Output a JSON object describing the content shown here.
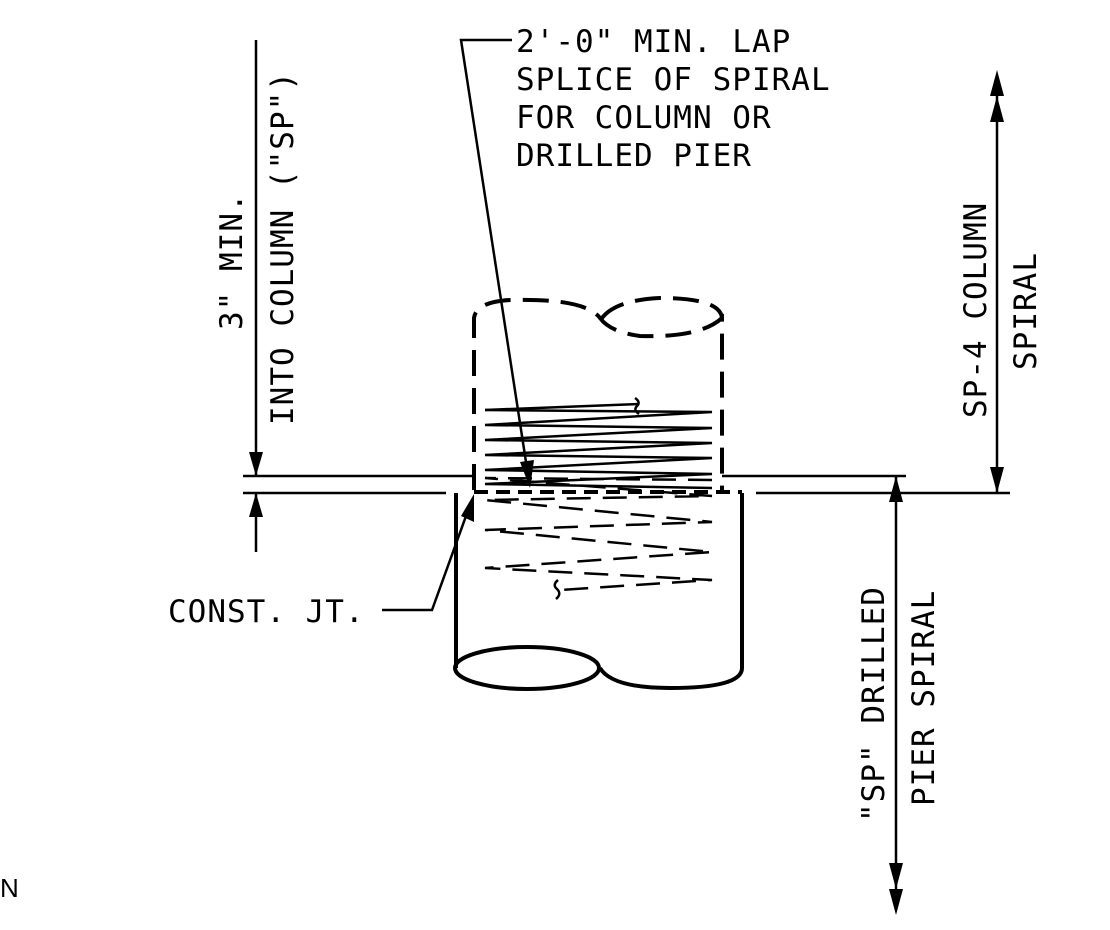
{
  "labels": {
    "lap_splice": [
      "2'-0\" MIN. LAP",
      "SPLICE OF SPIRAL",
      "FOR COLUMN OR",
      "DRILLED PIER"
    ],
    "min_embed": [
      "3\" MIN.",
      "INTO COLUMN (\"SP\")"
    ],
    "column_spiral": [
      "SP-4 COLUMN",
      "SPIRAL"
    ],
    "pier_spiral": [
      "\"SP\" DRILLED",
      "PIER SPIRAL"
    ],
    "const_joint": "CONST. JT.",
    "corner_fragment": "N"
  }
}
